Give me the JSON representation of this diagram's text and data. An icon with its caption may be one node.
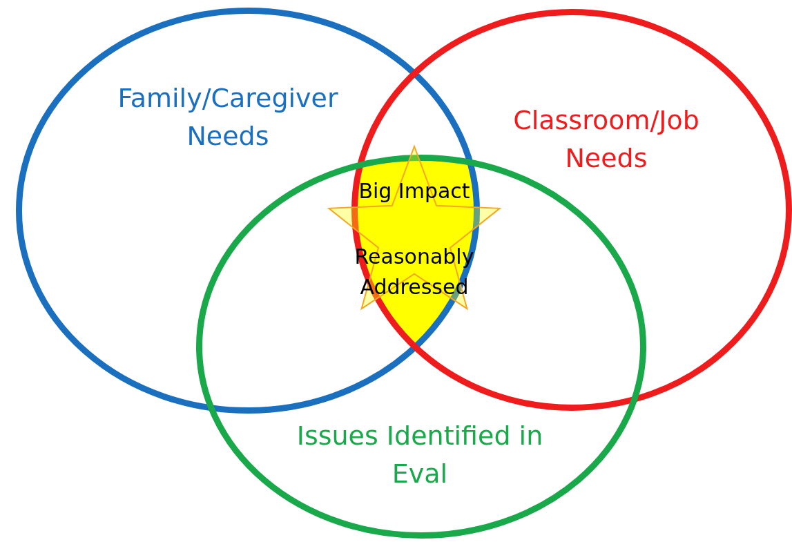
{
  "diagram": {
    "nodes": [
      {
        "text": [
          "Family/Caregiver Needs"
        ]
      },
      {
        "text": [
          "Classroom/Job Needs"
        ]
      },
      {
        "text": [
          "Issues Identified in Eval"
        ]
      },
      {
        "text": [
          "Big Impact",
          "Reasonably Addressed"
        ]
      }
    ]
  }
}
